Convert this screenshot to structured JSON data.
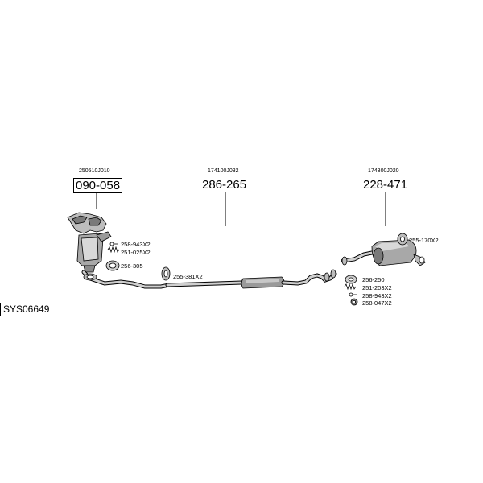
{
  "diagram": {
    "system_code": "SYS06649",
    "groups": [
      {
        "id": "front",
        "oem": "250510J010",
        "ref": "090-058"
      },
      {
        "id": "middle",
        "oem": "174100J032",
        "ref": "286-265"
      },
      {
        "id": "rear",
        "oem": "174300J020",
        "ref": "228-471"
      }
    ],
    "parts": {
      "p1": "258-943X2",
      "p2": "251-025X2",
      "p3": "256-305",
      "p4": "255-381X2",
      "p5": "255-170X2",
      "p6": "256-250",
      "p7": "251-203X2",
      "p8": "258-943X2",
      "p9": "258-047X2"
    }
  }
}
